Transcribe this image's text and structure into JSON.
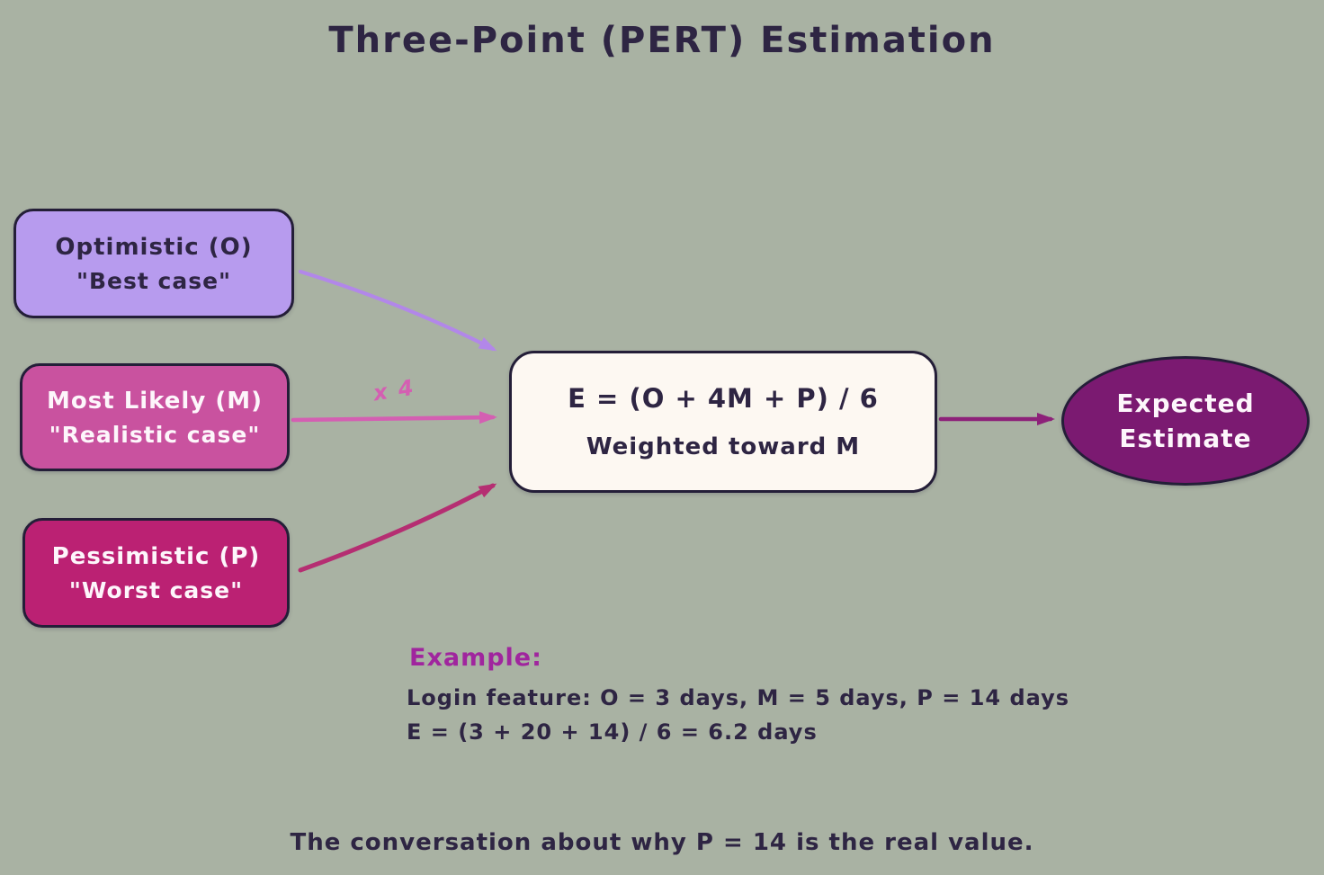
{
  "title": "Three-Point (PERT) Estimation",
  "colors": {
    "background": "#a9b2a3",
    "ink": "#2e2543",
    "optimistic_fill": "#b79bee",
    "most_likely_fill": "#c9529f",
    "pessimistic_fill": "#bb2173",
    "formula_fill": "#fdf8f2",
    "estimate_fill": "#7b1a71",
    "arrow_optimistic": "#b287e9",
    "arrow_most_likely": "#d45fb2",
    "arrow_pessimistic": "#b52e72",
    "arrow_estimate": "#8d2179",
    "example_heading": "#a0259e"
  },
  "nodes": {
    "optimistic": {
      "line1": "Optimistic (O)",
      "line2": "\"Best case\""
    },
    "most_likely": {
      "line1": "Most Likely (M)",
      "line2": "\"Realistic case\""
    },
    "pessimistic": {
      "line1": "Pessimistic (P)",
      "line2": "\"Worst case\""
    },
    "formula": {
      "line1": "E = (O + 4M + P) / 6",
      "line2": "Weighted toward M"
    },
    "estimate": {
      "line1": "Expected",
      "line2": "Estimate"
    }
  },
  "labels": {
    "multiplier": "x 4"
  },
  "example": {
    "heading": "Example:",
    "line1": "Login feature: O = 3 days, M = 5 days, P = 14 days",
    "line2": "E = (3 + 20 + 14) / 6 = 6.2 days"
  },
  "footnote": "The conversation about why P = 14 is the real value."
}
